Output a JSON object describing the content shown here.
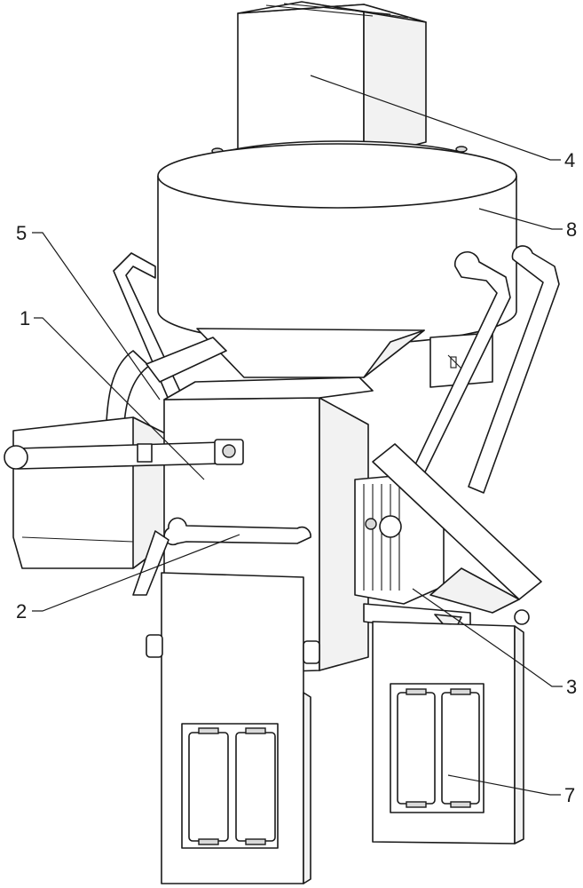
{
  "callouts": {
    "label_1": "1",
    "label_2": "2",
    "label_3": "3",
    "label_4": "4",
    "label_5": "5",
    "label_7": "7",
    "label_8": "8"
  }
}
